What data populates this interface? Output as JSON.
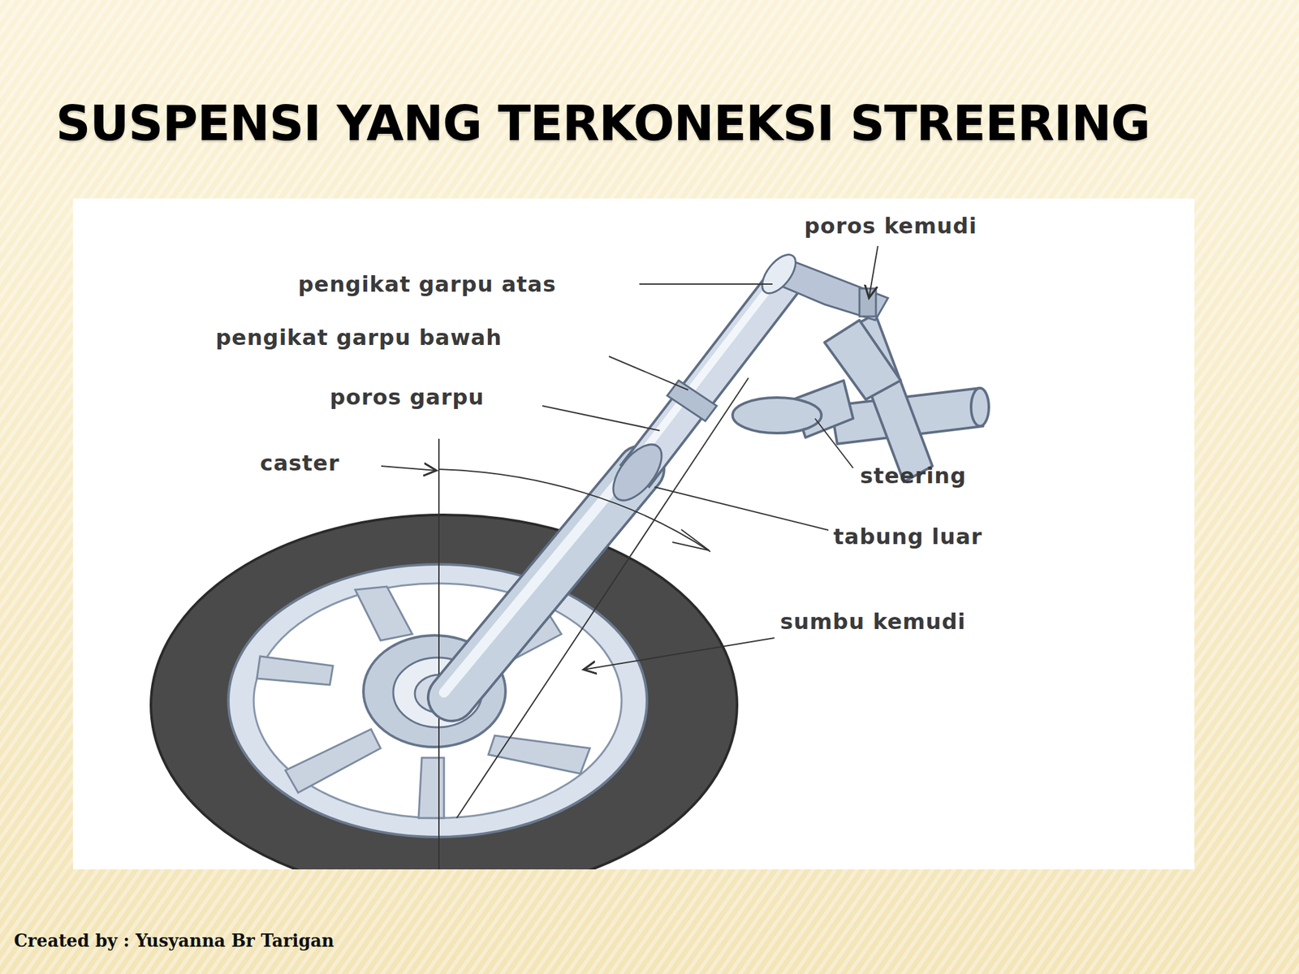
{
  "diagram": {
    "title": "SUSPENSI YANG TERKONEKSI STREERING",
    "labels": [
      "poros kemudi",
      "pengikat garpu atas",
      "pengikat garpu bawah",
      "poros garpu",
      "caster",
      "steering",
      "tabung luar",
      "sumbu kemudi",
      "Created by : Yusyanna Br Tarigan"
    ]
  }
}
